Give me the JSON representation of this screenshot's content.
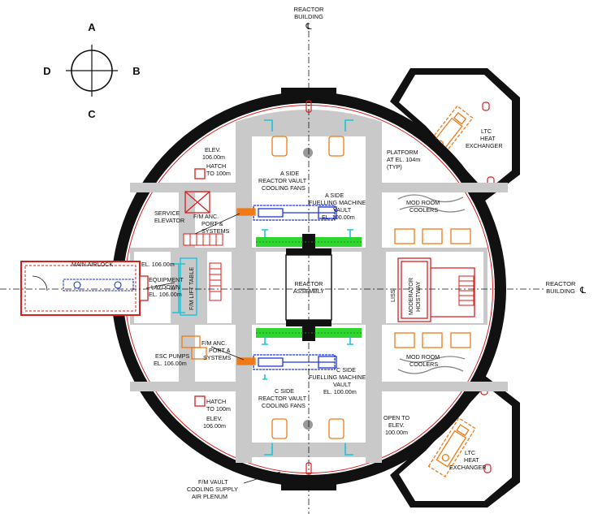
{
  "compass": {
    "north": "A",
    "east": "B",
    "south": "C",
    "west": "D"
  },
  "centerlines": {
    "top": [
      "REACTOR",
      "BUILDING",
      "℄"
    ],
    "right": [
      "REACTOR",
      "BUILDING",
      "℄"
    ]
  },
  "labels": {
    "elev_tl": [
      "ELEV.",
      "106.00m"
    ],
    "hatch_tl": [
      "HATCH",
      "TO 100m"
    ],
    "service_elevator": [
      "SERVICE",
      "ELEVATOR"
    ],
    "fm_anc_top": [
      "F/M ANC.",
      "PORT &",
      "SYSTEMS"
    ],
    "main_airlock": "MAIN AIRLOCK",
    "el_106": "EL. 106.00m",
    "equipment_laydown": [
      "EQUIPMENT",
      "LAYDOWN",
      "EL. 106.00m"
    ],
    "fm_lift_table": "F/M LIFT TABLE",
    "esc_pumps": [
      "ESC PUMPS",
      "EL. 106.00m"
    ],
    "fm_anc_bottom": [
      "F/M ANC.",
      "PORT &",
      "SYSTEMS"
    ],
    "hatch_bl": [
      "HATCH",
      "TO 100m"
    ],
    "elev_bl": [
      "ELEV.",
      "106.00m"
    ],
    "a_side_vault": [
      "A SIDE",
      "REACTOR VAULT",
      "COOLING FANS"
    ],
    "a_side_fm_vault": [
      "A SIDE",
      "FUELLING MACHINE",
      "VAULT",
      "EL. 100.00m"
    ],
    "reactor_assembly": [
      "REACTOR",
      "ASSEMBLY"
    ],
    "c_side_fm_vault": [
      "C SIDE",
      "FUELLING MACHINE",
      "VAULT",
      "EL. 100.00m"
    ],
    "c_side_vault": [
      "C SIDE",
      "REACTOR VAULT",
      "COOLING FANS"
    ],
    "platform": [
      "PLATFORM",
      "AT EL. 104m",
      "(TYP)"
    ],
    "mod_room_top": [
      "MOD ROOM",
      "COOLERS"
    ],
    "liss": "LISS",
    "moderator_hoistway": [
      "MODERATOR",
      "HOISTWAY"
    ],
    "mod_room_bottom": [
      "MOD ROOM",
      "COOLERS"
    ],
    "open_to_elev": [
      "OPEN TO",
      "ELEV.",
      "100.00m"
    ],
    "ltc_top": [
      "LTC",
      "HEAT",
      "EXCHANGER"
    ],
    "ltc_bottom": [
      "LTC",
      "HEAT",
      "EXCHANGER"
    ],
    "fm_vault_cooling": [
      "F/M VAULT",
      "COOLING SUPPLY",
      "AIR PLENUM"
    ]
  },
  "colors": {
    "wall": "#111111",
    "floor_grey": "#c9c9c9",
    "red": "#d91e1e",
    "orange": "#f07a18",
    "green": "#2fd62f",
    "blue": "#2035d8",
    "cyan": "#18c6dc"
  }
}
